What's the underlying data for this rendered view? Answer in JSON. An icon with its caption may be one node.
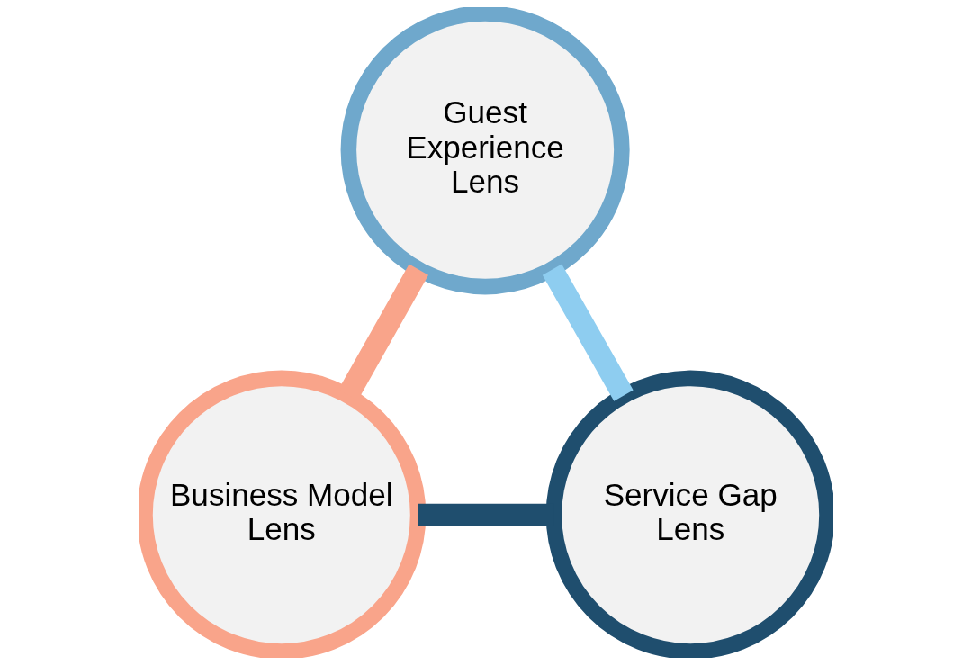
{
  "diagram": {
    "nodes": [
      {
        "text": [
          "Guest Experience Lens"
        ]
      },
      {
        "text": [
          "Business Model Lens"
        ]
      },
      {
        "text": [
          "Service Gap Lens"
        ]
      }
    ],
    "edges": [
      {
        "from": 0,
        "to": 1,
        "arrow": "none",
        "color": "#f9a48a"
      },
      {
        "from": 0,
        "to": 2,
        "arrow": "none",
        "color": "#8ecdf0"
      },
      {
        "from": 1,
        "to": 2,
        "arrow": "none",
        "color": "#1f4e6e"
      }
    ]
  }
}
